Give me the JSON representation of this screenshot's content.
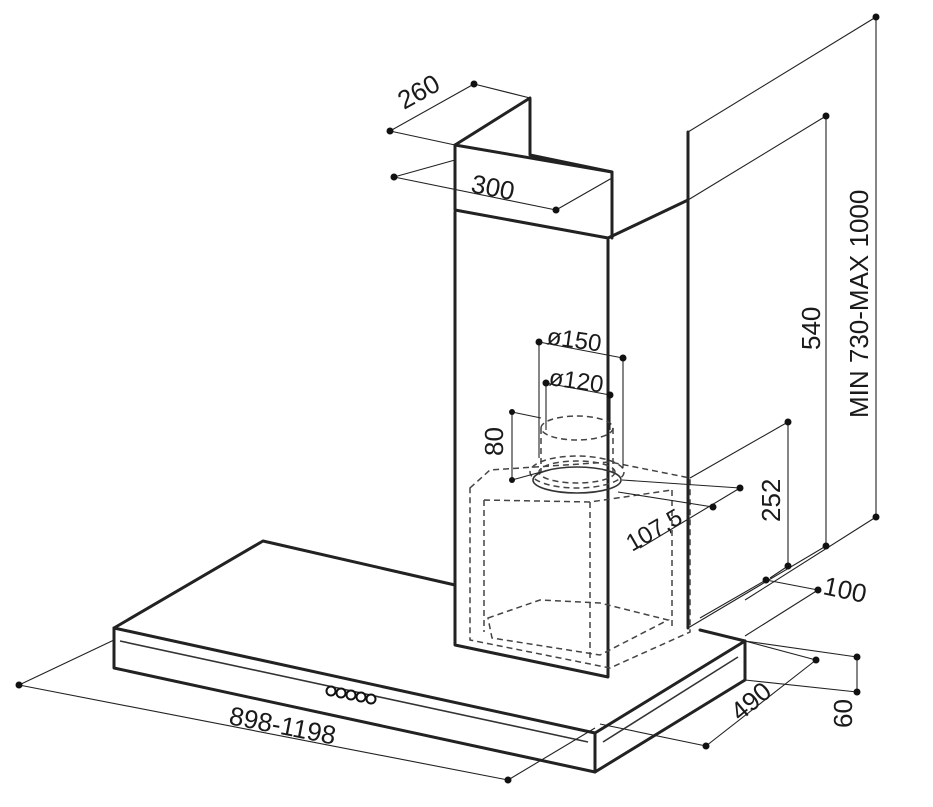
{
  "diagram": {
    "dimensions": {
      "chimney_depth": "260",
      "chimney_width": "300",
      "duct_outer_diameter": "ø150",
      "duct_inner_diameter": "ø120",
      "collar_height": "80",
      "chimney_height": "540",
      "total_height": "MIN 730-MAX 1000",
      "motor_height": "252",
      "outlet_offset": "107,5",
      "wall_offset": "100",
      "hood_depth": "490",
      "hood_height": "60",
      "hood_width": "898-1198"
    },
    "control_buttons": 5
  }
}
